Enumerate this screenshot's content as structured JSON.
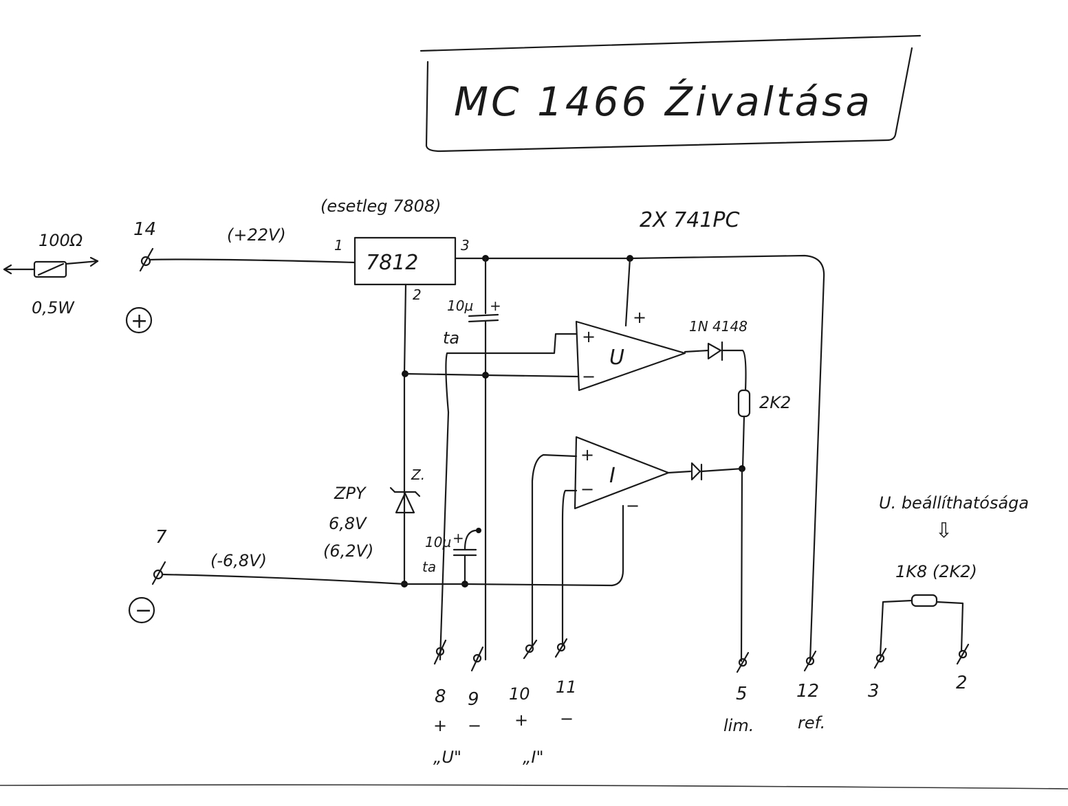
{
  "title": "MC 1466 Źivaltása",
  "ic_label": "2X 741PC",
  "regulator": {
    "part": "7812",
    "note": "(esetleg 7808)",
    "pin_in": "1",
    "pin_gnd": "2",
    "pin_out": "3"
  },
  "resistor_in": {
    "value": "100Ω",
    "power": "0,5W"
  },
  "terminal_plus": {
    "number": "14",
    "voltage": "(+22V)",
    "sign": "+"
  },
  "terminal_minus": {
    "number": "7",
    "voltage": "(-6,8V)",
    "sign": "−"
  },
  "cap_top": {
    "value": "10µ",
    "type": "ta",
    "polarity": "+"
  },
  "cap_bottom": {
    "value": "10µ",
    "type": "ta",
    "polarity": "+"
  },
  "zener": {
    "name": "ZPY",
    "voltage": "6,8V",
    "alt": "(6,2V)",
    "marker": "Z."
  },
  "opamp_u": {
    "label": "U",
    "in_plus": "+",
    "in_minus": "−",
    "supply": "+"
  },
  "opamp_i": {
    "label": "I",
    "in_plus": "+",
    "in_minus": "−",
    "supply": "−"
  },
  "diode_u": {
    "part": "1N 4148"
  },
  "resistor_mid": {
    "value": "2K2"
  },
  "pot": {
    "value": "1K8 (2K2)",
    "note": "U. beállíthatósága",
    "arrow": "⇩"
  },
  "bottom_pins": [
    {
      "number": "8",
      "sign": "+"
    },
    {
      "number": "9",
      "sign": "−"
    },
    {
      "number": "10",
      "sign": "+"
    },
    {
      "number": "11",
      "sign": "−"
    },
    {
      "number": "5",
      "sign": ""
    },
    {
      "number": "12",
      "sign": ""
    },
    {
      "number": "3",
      "sign": ""
    },
    {
      "number": "2",
      "sign": ""
    }
  ],
  "group_labels": {
    "u": "„U\"",
    "i": "„I\"",
    "lim": "lim.",
    "ref": "ref."
  }
}
